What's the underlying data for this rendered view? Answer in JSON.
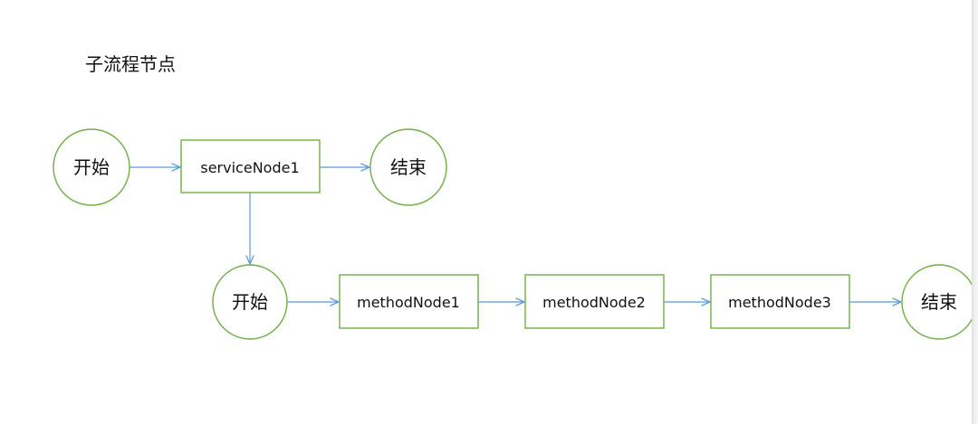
{
  "title": "子流程节点",
  "colors": {
    "node_stroke": "#70ad47",
    "edge_stroke": "#5b9bd5",
    "text": "#111111"
  },
  "nodes": {
    "start1": "开始",
    "service1": "serviceNode1",
    "end1": "结束",
    "start2": "开始",
    "method1": "methodNode1",
    "method2": "methodNode2",
    "method3": "methodNode3",
    "end2": "结束"
  }
}
